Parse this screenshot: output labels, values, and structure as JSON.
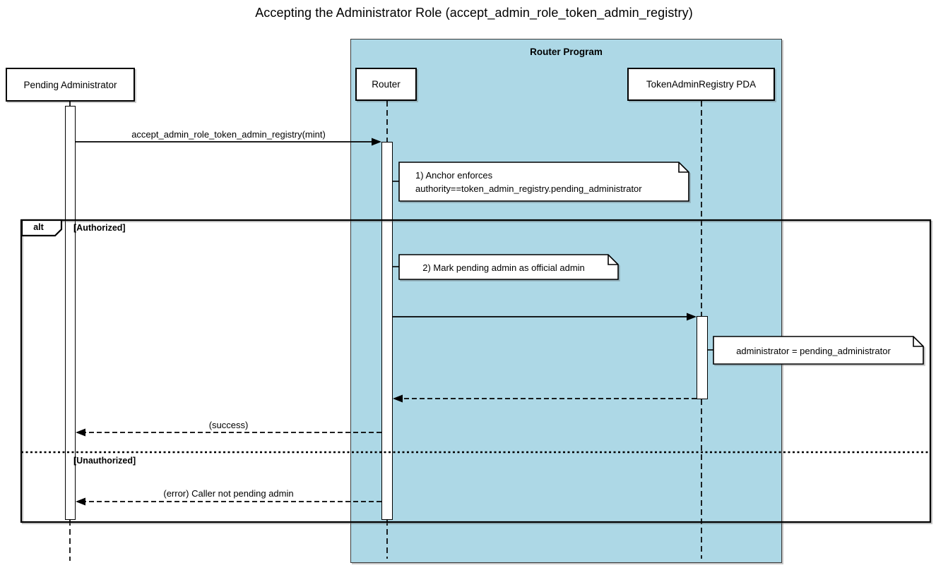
{
  "title": "Accepting the Administrator Role (accept_admin_role_token_admin_registry)",
  "container": {
    "label": "Router Program"
  },
  "participants": [
    {
      "id": "pending-administrator",
      "label": "Pending Administrator"
    },
    {
      "id": "router",
      "label": "Router"
    },
    {
      "id": "token-admin-registry-pda",
      "label": "TokenAdminRegistry PDA"
    }
  ],
  "fragment": {
    "operator": "alt",
    "guards": [
      "[Authorized]",
      "[Unauthorized]"
    ]
  },
  "messages": [
    {
      "from": "pending-administrator",
      "to": "router",
      "style": "solid",
      "label": "accept_admin_role_token_admin_registry(mint)"
    },
    {
      "from": "router",
      "to": "token-admin-registry-pda",
      "style": "solid",
      "label": ""
    },
    {
      "from": "token-admin-registry-pda",
      "to": "router",
      "style": "dashed",
      "label": ""
    },
    {
      "from": "router",
      "to": "pending-administrator",
      "style": "dashed",
      "label": "(success)"
    },
    {
      "from": "router",
      "to": "pending-administrator",
      "style": "dashed",
      "label": "(error) Caller not pending admin"
    }
  ],
  "notes": [
    {
      "attached_to": "router",
      "lines": [
        "1) Anchor enforces",
        "authority==token_admin_registry.pending_administrator"
      ]
    },
    {
      "attached_to": "router",
      "lines": [
        "2) Mark pending admin as official admin"
      ]
    },
    {
      "attached_to": "token-admin-registry-pda",
      "lines": [
        "administrator = pending_administrator"
      ]
    }
  ],
  "colors": {
    "container_fill": "#ADD8E6",
    "participant_fill": "#FFFFFF",
    "note_fill": "#FFFFFF",
    "border": "#000000"
  }
}
